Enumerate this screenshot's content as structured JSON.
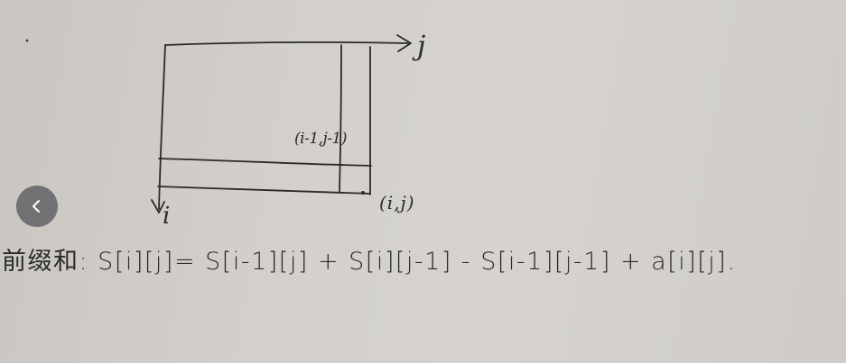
{
  "sketch": {
    "axis_col_label": "j",
    "axis_row_label": "i",
    "cell_prev_label": "(i-1,j-1)",
    "cell_cur_label": "(i,j)"
  },
  "formula": {
    "text": "前缀和: S[i][j]= S[i-1][j] + S[i][j-1] - S[i-1][j-1] + a[i][j]."
  },
  "nav": {
    "back_icon": "chevron-left-icon"
  }
}
